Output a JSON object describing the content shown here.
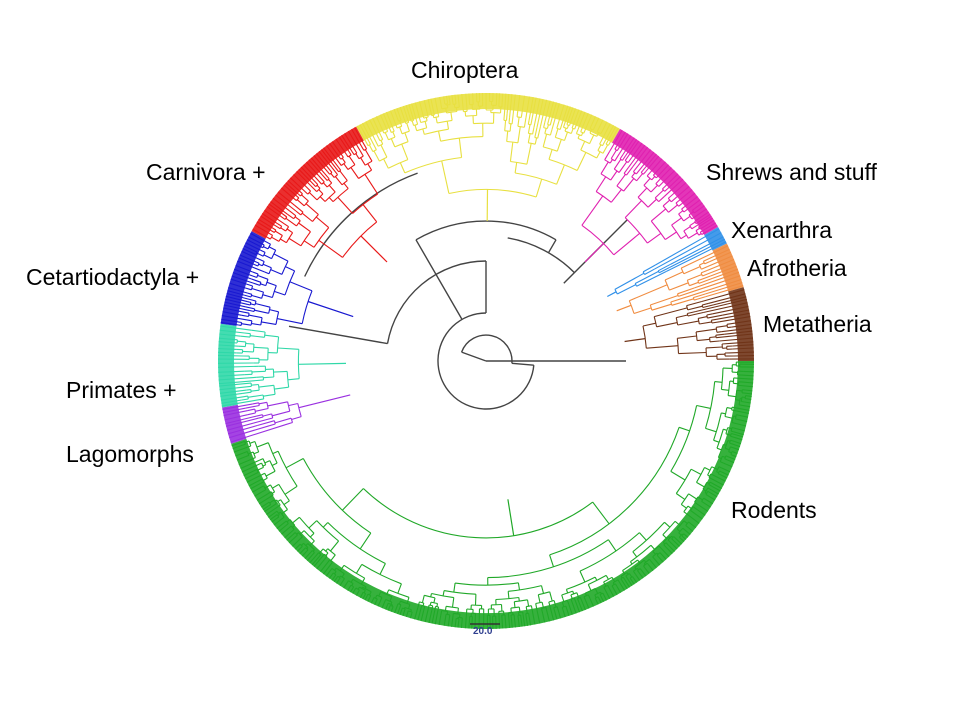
{
  "clades": [
    {
      "id": "chiroptera",
      "label": "Chiroptera",
      "color": "#e8e040",
      "start": 241,
      "end": 300,
      "inner": 0.64,
      "seed": 11
    },
    {
      "id": "shrews",
      "label": "Shrews and stuff",
      "color": "#e020b0",
      "start": 300,
      "end": 330,
      "inner": 0.62,
      "seed": 23
    },
    {
      "id": "xenarthra",
      "label": "Xenarthra",
      "color": "#3090e8",
      "start": 330,
      "end": 334,
      "inner": 0.55,
      "seed": 31
    },
    {
      "id": "afrotheria",
      "label": "Afrotheria",
      "color": "#f08c40",
      "start": 334,
      "end": 344,
      "inner": 0.58,
      "seed": 41
    },
    {
      "id": "metatheria",
      "label": "Metatheria",
      "color": "#703418",
      "start": 344,
      "end": 360,
      "inner": 0.6,
      "seed": 53
    },
    {
      "id": "rodents",
      "label": "Rodents",
      "color": "#20a828",
      "start": 0,
      "end": 162,
      "inner": 0.66,
      "seed": 67
    },
    {
      "id": "lagomorphs",
      "label": "Lagomorphs",
      "color": "#9a30e0",
      "start": 162,
      "end": 170,
      "inner": 0.72,
      "seed": 71
    },
    {
      "id": "primates",
      "label": "Primates +",
      "color": "#30d8a8",
      "start": 170,
      "end": 188,
      "inner": 0.7,
      "seed": 83
    },
    {
      "id": "cetartiodactyla",
      "label": "Cetartiodactyla +",
      "color": "#1818d0",
      "start": 188,
      "end": 209,
      "inner": 0.7,
      "seed": 97
    },
    {
      "id": "carnivora",
      "label": "Carnivora +",
      "color": "#e81818",
      "start": 209,
      "end": 241,
      "inner": 0.66,
      "seed": 103
    }
  ],
  "scale_bar": {
    "label": "20.0"
  }
}
